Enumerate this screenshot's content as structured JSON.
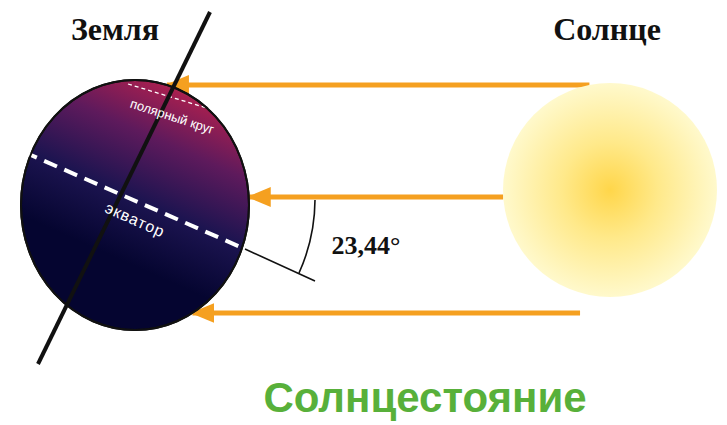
{
  "diagram": {
    "caption": "Солнцестояние",
    "nodes": [
      {
        "text": [
          "Земля",
          "полярный круг",
          "экватор"
        ]
      },
      {
        "text": [
          "Солнце"
        ]
      }
    ],
    "edges": [
      {
        "from": 1,
        "to": 0,
        "arrow": "to"
      },
      {
        "from": 1,
        "to": 0,
        "arrow": "to"
      },
      {
        "from": 1,
        "to": 0,
        "arrow": "to"
      }
    ],
    "labels": [
      "23,44°"
    ]
  }
}
